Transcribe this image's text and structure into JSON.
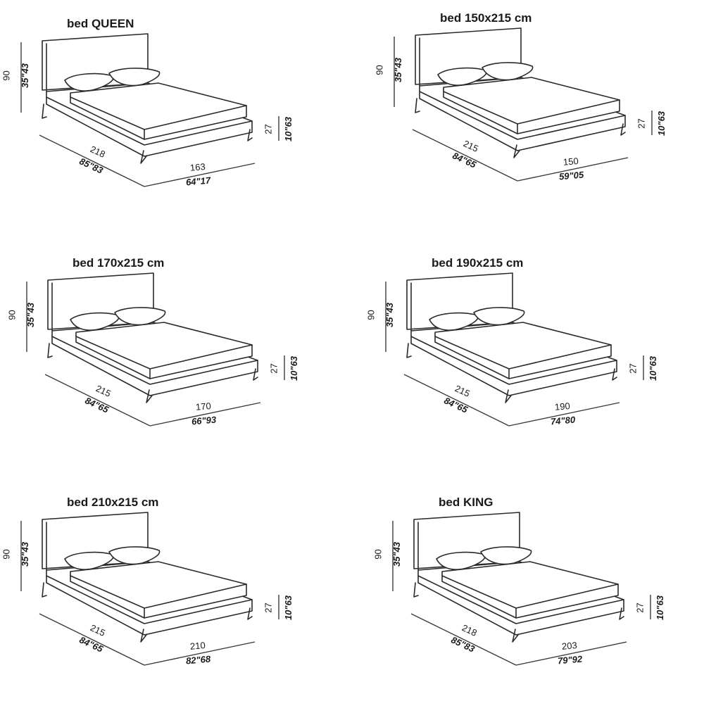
{
  "beds": [
    {
      "title": "bed QUEEN",
      "height_cm": "90",
      "height_in": "35\"43",
      "depth_cm": "218",
      "depth_in": "85\"83",
      "width_cm": "163",
      "width_in": "64\"17",
      "leg_cm": "27",
      "leg_in": "10\"63"
    },
    {
      "title": "bed 150x215 cm",
      "height_cm": "90",
      "height_in": "35\"43",
      "depth_cm": "215",
      "depth_in": "84\"65",
      "width_cm": "150",
      "width_in": "59\"05",
      "leg_cm": "27",
      "leg_in": "10\"63"
    },
    {
      "title": "bed 170x215 cm",
      "height_cm": "90",
      "height_in": "35\"43",
      "depth_cm": "215",
      "depth_in": "84\"65",
      "width_cm": "170",
      "width_in": "66\"93",
      "leg_cm": "27",
      "leg_in": "10\"63"
    },
    {
      "title": "bed 190x215 cm",
      "height_cm": "90",
      "height_in": "35\"43",
      "depth_cm": "215",
      "depth_in": "84\"65",
      "width_cm": "190",
      "width_in": "74\"80",
      "leg_cm": "27",
      "leg_in": "10\"63"
    },
    {
      "title": "bed 210x215 cm",
      "height_cm": "90",
      "height_in": "35\"43",
      "depth_cm": "215",
      "depth_in": "84\"65",
      "width_cm": "210",
      "width_in": "82\"68",
      "leg_cm": "27",
      "leg_in": "10\"63"
    },
    {
      "title": "bed KING",
      "height_cm": "90",
      "height_in": "35\"43",
      "depth_cm": "218",
      "depth_in": "85\"83",
      "width_cm": "203",
      "width_in": "79\"92",
      "leg_cm": "27",
      "leg_in": "10\"63"
    }
  ],
  "colors": {
    "line": "#2a2a2a",
    "background": "#ffffff"
  }
}
